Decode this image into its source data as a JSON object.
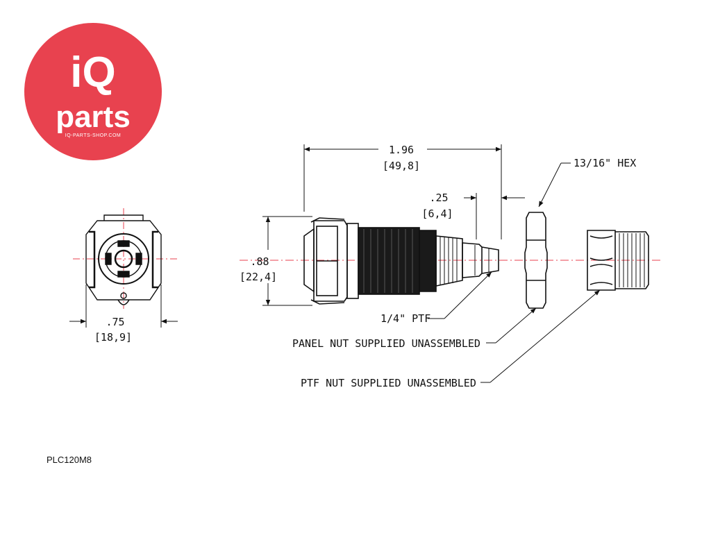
{
  "brand": {
    "logo_top": "iQ",
    "logo_word": "parts",
    "logo_url": "IQ-PARTS-SHOP.COM",
    "color": "#e8424f"
  },
  "dimensions": {
    "length_in": "1.96",
    "length_mm": "[49,8]",
    "short_in": ".25",
    "short_mm": "[6,4]",
    "height_in": ".88",
    "height_mm": "[22,4]",
    "width_in": ".75",
    "width_mm": "[18,9]"
  },
  "callouts": {
    "hex": "13/16\" HEX",
    "thread": "1/4\" PTF",
    "panel_nut": "PANEL NUT SUPPLIED UNASSEMBLED",
    "ptf_nut": "PTF NUT SUPPLIED UNASSEMBLED"
  },
  "part_code": "PLC120M8"
}
